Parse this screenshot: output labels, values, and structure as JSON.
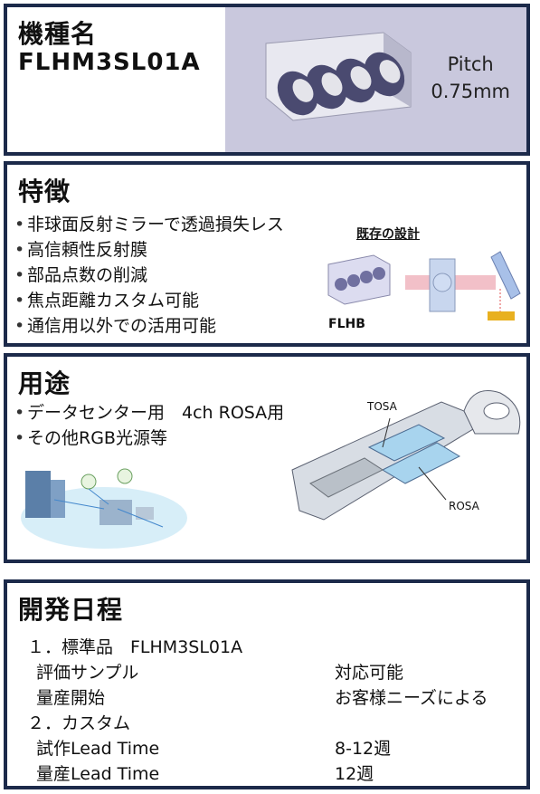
{
  "section1": {
    "title": "機種名",
    "model": "FLHM3SL01A",
    "pitch_label": "Pitch",
    "pitch_value": "0.75mm"
  },
  "section2": {
    "title": "特徴",
    "bullets": [
      "非球面反射ミラーで透過損失レス",
      "高信頼性反射膜",
      "部品点数の削減",
      "焦点距離カスタム可能",
      "通信用以外での活用可能"
    ],
    "diagram_title": "既存の設計",
    "flhb_label": "FLHB"
  },
  "section3": {
    "title": "用途",
    "bullets": [
      "データセンター用　4ch ROSA用",
      "その他RGB光源等"
    ],
    "tosa_label": "TOSA",
    "rosa_label": "ROSA"
  },
  "section4": {
    "title": "開発日程",
    "item1": "１．標準品　FLHM3SL01A",
    "eval_label": "評価サンプル",
    "eval_value": "対応可能",
    "mass_label": "量産開始",
    "mass_value": "お客様ニーズによる",
    "item2": "２．カスタム",
    "trial_label": "試作Lead Time",
    "trial_value": "8-12週",
    "mass_lt_label": "量産Lead Time",
    "mass_lt_value": "12週"
  }
}
